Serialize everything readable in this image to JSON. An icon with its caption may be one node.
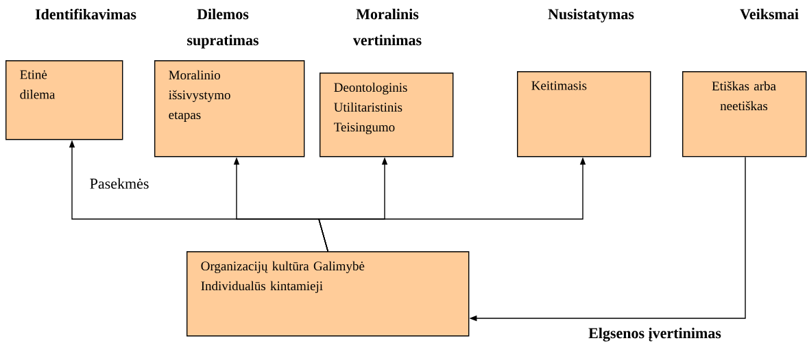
{
  "diagram": {
    "nodes": [
      {
        "text": [
          "Identifikavimas",
          "Etinė dilema"
        ]
      },
      {
        "text": [
          "Dilemos supratimas",
          "Moralinio išsivystymo etapas"
        ]
      },
      {
        "text": [
          "Moralinis vertinimas",
          "Deontologinis Utilitaristinis Teisingumo"
        ]
      },
      {
        "text": [
          "Nusistatymas",
          "Keitimasis"
        ]
      },
      {
        "text": [
          "Veiksmai",
          "Etiškas arba neetiškas"
        ]
      },
      {
        "text": [
          "Organizacijų kultūra Galimybė Individualūs kintamieji"
        ]
      }
    ],
    "edges": [
      {
        "from": 5,
        "to": 0,
        "arrow": "to"
      },
      {
        "from": 5,
        "to": 1,
        "arrow": "to"
      },
      {
        "from": 5,
        "to": 2,
        "arrow": "to"
      },
      {
        "from": 5,
        "to": 3,
        "arrow": "to"
      },
      {
        "from": 4,
        "to": 5,
        "arrow": "to",
        "label": "Elgsenos įvertinimas"
      }
    ],
    "labels": [
      "Pasekmės"
    ]
  }
}
